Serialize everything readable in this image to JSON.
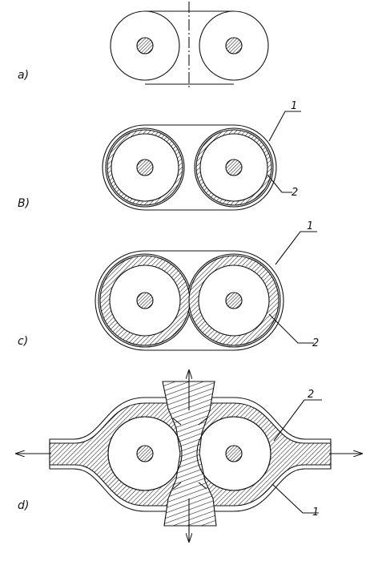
{
  "panels": [
    {
      "id": "a",
      "label": "a)"
    },
    {
      "id": "b",
      "label": "B)",
      "callouts": [
        "1",
        "2"
      ]
    },
    {
      "id": "c",
      "label": "c)",
      "callouts": [
        "1",
        "2"
      ]
    },
    {
      "id": "d",
      "label": "d)",
      "callouts": [
        "2",
        "1"
      ]
    }
  ],
  "colors": {
    "ink": "#111111",
    "hatch": "#222222",
    "paper": "#ffffff"
  }
}
